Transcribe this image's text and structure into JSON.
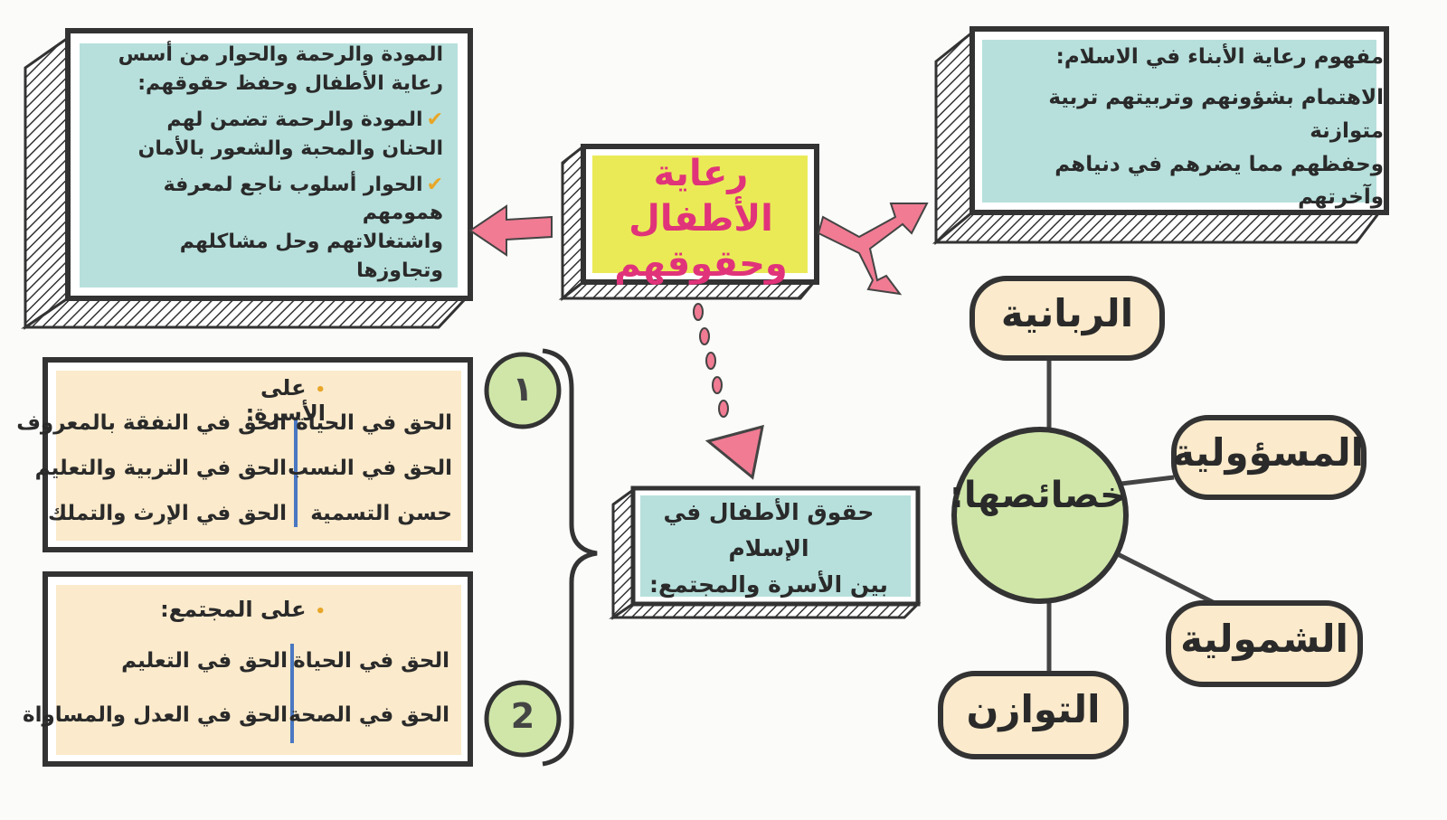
{
  "center_title": {
    "line1": "رعاية الأطفال",
    "line2": "وحقوقهم"
  },
  "concept": {
    "title": "مفهوم رعاية الأبناء في الاسلام:",
    "line1": "الاهتمام بشؤونهم وتربيتهم تربية متوازنة",
    "line2": "وحفظهم مما يضرهم في دنياهم وآخرتهم"
  },
  "values": {
    "line1": "المودة والرحمة والحوار من أسس",
    "line2": "رعاية الأطفال وحفظ حقوقهم:",
    "item1_line1": "المودة والرحمة تضمن لهم",
    "item1_line2": "الحنان والمحبة والشعور بالأمان",
    "item2_line1": "الحوار أسلوب ناجع لمعرفة همومهم",
    "item2_line2": "واشتغالاتهم وحل مشاكلهم وتجاوزها",
    "check": "✔"
  },
  "rights_center": {
    "line1": "حقوق الأطفال في الإسلام",
    "line2": "بين الأسرة والمجتمع:"
  },
  "family": {
    "number": "١",
    "heading": "على الأسرة:",
    "bullet": "•",
    "right_col": [
      "الحق في الحياة",
      "الحق في النسب",
      "حسن التسمية"
    ],
    "left_col": [
      "الحق في النفقة بالمعروف",
      "الحق في التربية والتعليم",
      "الحق في الإرث والتملك"
    ]
  },
  "society": {
    "number": "2",
    "heading": "على المجتمع:",
    "bullet": "•",
    "right_col": [
      "الحق في الحياة",
      "الحق في الصحة"
    ],
    "left_col": [
      "الحق في التعليم",
      "الحق في العدل والمساواة"
    ]
  },
  "features": {
    "hub": "خصائصها:",
    "items": [
      "الربانية",
      "المسؤولية",
      "الشمولية",
      "التوازن"
    ]
  },
  "colors": {
    "teal": "#b7e0dc",
    "yellow": "#eaea57",
    "pink": "#e0337a",
    "cream": "#fbeacb",
    "green": "#cfe6a8",
    "arrow": "#f07b93",
    "blue_divider": "#4a78c2",
    "orange": "#e8a628"
  }
}
